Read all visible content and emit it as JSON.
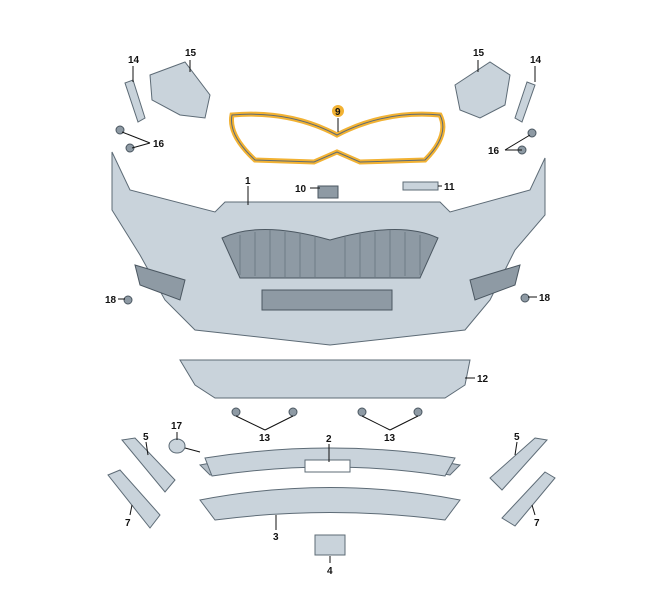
{
  "diagram": {
    "highlight_color": "#f2b233",
    "part_color": "#c9d3db",
    "labels": {
      "l14": "14",
      "l15": "15",
      "l16": "16",
      "l9": "9",
      "r15": "15",
      "r14": "14",
      "r16": "16",
      "l1": "1",
      "l10": "10",
      "l11": "11",
      "l18": "18",
      "r18": "18",
      "l12": "12",
      "l17": "17",
      "l13": "13",
      "r13": "13",
      "l2": "2",
      "l5": "5",
      "r5": "5",
      "l7": "7",
      "r7": "7",
      "l3": "3",
      "l4": "4"
    }
  }
}
